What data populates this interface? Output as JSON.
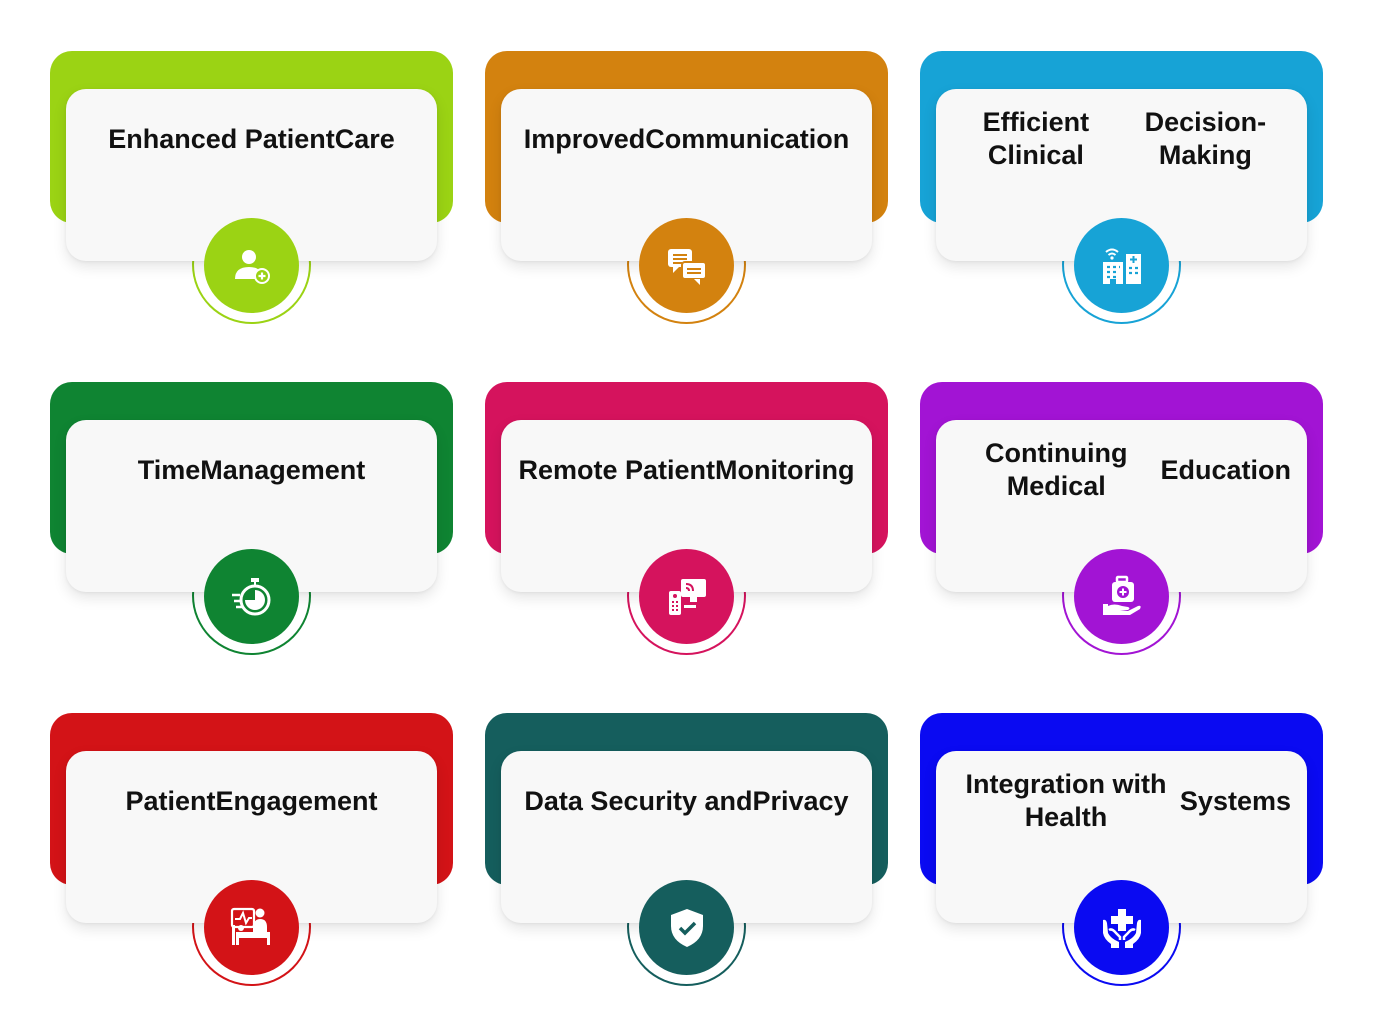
{
  "cards": [
    {
      "title_lines": [
        "Enhanced Patient",
        "Care"
      ],
      "color": "#9bd314",
      "icon": "user-plus-icon"
    },
    {
      "title_lines": [
        "Improved",
        "Communication"
      ],
      "color": "#d3820f",
      "icon": "chat-bubbles-icon"
    },
    {
      "title_lines": [
        "Efficient Clinical",
        "Decision-Making"
      ],
      "color": "#17a3d6",
      "icon": "hospital-building-icon"
    },
    {
      "title_lines": [
        "Time",
        "Management"
      ],
      "color": "#0f8432",
      "icon": "stopwatch-icon"
    },
    {
      "title_lines": [
        "Remote Patient",
        "Monitoring"
      ],
      "color": "#d5135d",
      "icon": "remote-monitor-icon"
    },
    {
      "title_lines": [
        "Continuing Medical",
        "Education"
      ],
      "color": "#a214d4",
      "icon": "medical-kit-hand-icon"
    },
    {
      "title_lines": [
        "Patient",
        "Engagement"
      ],
      "color": "#d31317",
      "icon": "patient-bed-icon"
    },
    {
      "title_lines": [
        "Data Security and",
        "Privacy"
      ],
      "color": "#155e5d",
      "icon": "shield-check-icon"
    },
    {
      "title_lines": [
        "Integration with Health",
        "Systems"
      ],
      "color": "#0a0af2",
      "icon": "hands-cross-icon"
    }
  ]
}
